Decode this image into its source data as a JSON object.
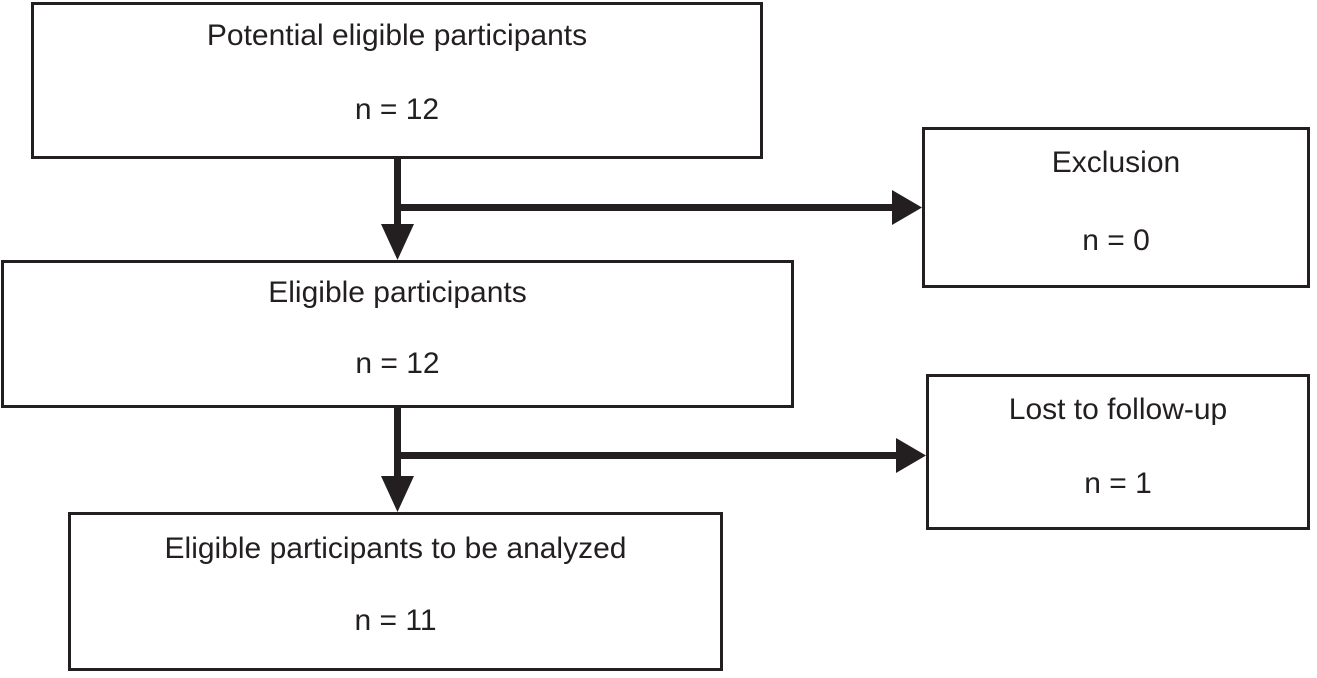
{
  "diagram": {
    "type": "participant-flow-chart",
    "title": "",
    "stroke_color": "#231f20",
    "background_color": "#ffffff",
    "nodes": [
      {
        "id": "potential",
        "title": "Potential eligible participants",
        "count": "n = 12",
        "n": 12
      },
      {
        "id": "eligible",
        "title": "Eligible participants",
        "count": "n = 12",
        "n": 12
      },
      {
        "id": "analyzed",
        "title": "Eligible participants to be analyzed",
        "count": "n = 11",
        "n": 11
      },
      {
        "id": "exclusion",
        "title": "Exclusion",
        "count": "n = 0",
        "n": 0
      },
      {
        "id": "lost",
        "title": "Lost to follow-up",
        "count": "n = 1",
        "n": 1
      }
    ],
    "edges": [
      {
        "from": "potential",
        "to": "eligible",
        "direction": "down",
        "label": ""
      },
      {
        "from": "potential",
        "to": "exclusion",
        "direction": "right",
        "label": ""
      },
      {
        "from": "eligible",
        "to": "analyzed",
        "direction": "down",
        "label": ""
      },
      {
        "from": "eligible",
        "to": "lost",
        "direction": "right",
        "label": ""
      }
    ]
  }
}
